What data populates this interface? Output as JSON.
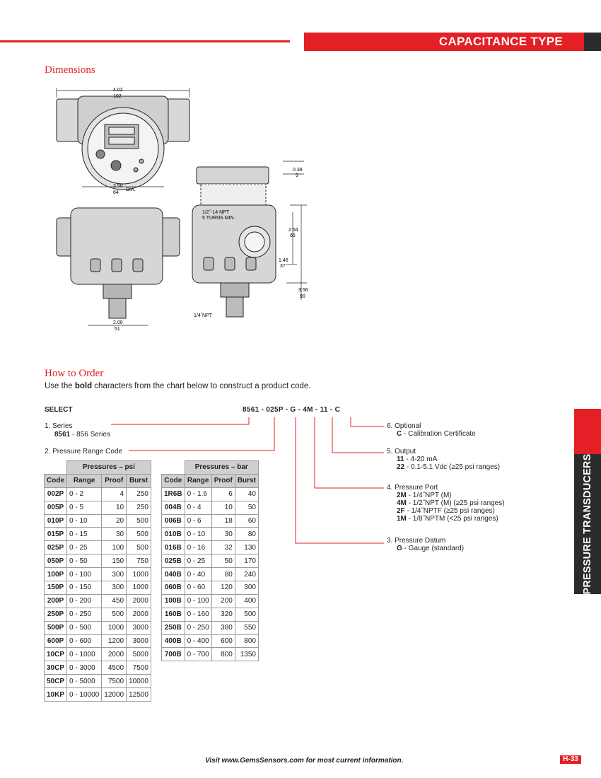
{
  "header": {
    "title": "CAPACITANCE TYPE"
  },
  "sections": {
    "dimensions": "Dimensions",
    "how_to_order": "How to Order"
  },
  "diagram": {
    "width_in": "4.02",
    "width_mm": "102",
    "dia_in": "2.50",
    "dia_mm": "64",
    "dia_suffix": "DIA.",
    "cap_in": "0.38",
    "cap_mm": "9",
    "npt_label_1": "1/2˝-14 NPT",
    "npt_label_2": "5 TURNS MIN.",
    "h1_in": "2.54",
    "h1_mm": "65",
    "h2_in": "1.46",
    "h2_mm": "37",
    "h3_in": "3.56",
    "h3_mm": "90",
    "base_in": "2.00",
    "base_mm": "51",
    "port_label": "1/4˝NPT"
  },
  "intro": {
    "pre": "Use the ",
    "bold": "bold",
    "post": " characters from the chart below to construct a product code."
  },
  "select_label": "SELECT",
  "code_example": [
    "8561",
    "025P",
    "G",
    "4M",
    "11",
    "C"
  ],
  "left_items": {
    "series_title": "1.  Series",
    "series_code": "8561",
    "series_desc": " - 856 Series",
    "range_title": "2.  Pressure Range Code"
  },
  "right_items": [
    {
      "title": "6.  Optional",
      "options": [
        {
          "code": "C",
          "desc": " - Calibration Certificate"
        }
      ]
    },
    {
      "title": "5.  Output",
      "options": [
        {
          "code": "11",
          "desc": " - 4-20 mA"
        },
        {
          "code": "22",
          "desc": " - 0.1-5.1 Vdc (≥25 psi ranges)"
        }
      ]
    },
    {
      "title": "4.  Pressure Port",
      "options": [
        {
          "code": "2M",
          "desc": " - 1/4˝NPT (M)"
        },
        {
          "code": "4M",
          "desc": " - 1/2˝NPT (M)  (≥25 psi ranges)"
        },
        {
          "code": "2F",
          "desc": " - 1/4˝NPTF (≥25 psi ranges)"
        },
        {
          "code": "1M",
          "desc": " - 1/8˝NPTM (<25 psi ranges)"
        }
      ]
    },
    {
      "title": "3.  Pressure Datum",
      "options": [
        {
          "code": "G",
          "desc": " - Gauge (standard)"
        }
      ]
    }
  ],
  "psi_table": {
    "group": "Pressures – psi",
    "headers": [
      "Code",
      "Range",
      "Proof",
      "Burst"
    ],
    "rows": [
      [
        "002P",
        "0 - 2",
        "4",
        "250"
      ],
      [
        "005P",
        "0 - 5",
        "10",
        "250"
      ],
      [
        "010P",
        "0 - 10",
        "20",
        "500"
      ],
      [
        "015P",
        "0 - 15",
        "30",
        "500"
      ],
      [
        "025P",
        "0 - 25",
        "100",
        "500"
      ],
      [
        "050P",
        "0 - 50",
        "150",
        "750"
      ],
      [
        "100P",
        "0 - 100",
        "300",
        "1000"
      ],
      [
        "150P",
        "0 - 150",
        "300",
        "1000"
      ],
      [
        "200P",
        "0 - 200",
        "450",
        "2000"
      ],
      [
        "250P",
        "0 - 250",
        "500",
        "2000"
      ],
      [
        "500P",
        "0 - 500",
        "1000",
        "3000"
      ],
      [
        "600P",
        "0 - 600",
        "1200",
        "3000"
      ],
      [
        "10CP",
        "0 - 1000",
        "2000",
        "5000"
      ],
      [
        "30CP",
        "0 - 3000",
        "4500",
        "7500"
      ],
      [
        "50CP",
        "0 - 5000",
        "7500",
        "10000"
      ],
      [
        "10KP",
        "0 - 10000",
        "12000",
        "12500"
      ]
    ]
  },
  "bar_table": {
    "group": "Pressures – bar",
    "headers": [
      "Code",
      "Range",
      "Proof",
      "Burst"
    ],
    "rows": [
      [
        "1R6B",
        "0 - 1.6",
        "6",
        "40"
      ],
      [
        "004B",
        "0 - 4",
        "10",
        "50"
      ],
      [
        "006B",
        "0 - 6",
        "18",
        "60"
      ],
      [
        "010B",
        "0 - 10",
        "30",
        "80"
      ],
      [
        "016B",
        "0 - 16",
        "32",
        "130"
      ],
      [
        "025B",
        "0 - 25",
        "50",
        "170"
      ],
      [
        "040B",
        "0 - 40",
        "80",
        "240"
      ],
      [
        "060B",
        "0 - 60",
        "120",
        "300"
      ],
      [
        "100B",
        "0 - 100",
        "200",
        "400"
      ],
      [
        "160B",
        "0 - 160",
        "320",
        "500"
      ],
      [
        "250B",
        "0 - 250",
        "380",
        "550"
      ],
      [
        "400B",
        "0 - 400",
        "600",
        "800"
      ],
      [
        "700B",
        "0 - 700",
        "800",
        "1350"
      ]
    ]
  },
  "side_tab": "PRESSURE TRANSDUCERS",
  "footer": "Visit www.GemsSensors.com for most current information.",
  "page_number": "H-33",
  "colors": {
    "accent": "#e41f26",
    "dark": "#2b2b2b",
    "table_header": "#cfcfcf"
  }
}
